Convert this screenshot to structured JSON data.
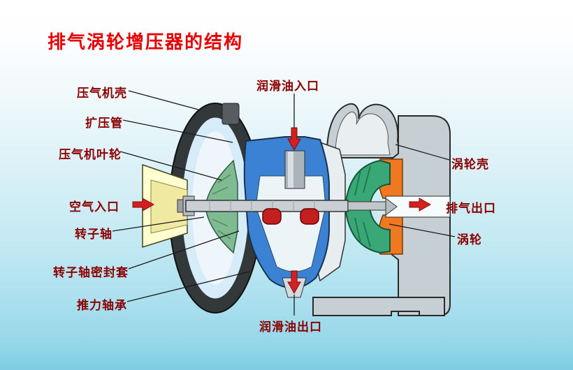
{
  "slide": {
    "title": "排气涡轮增压器的结构"
  },
  "labels": {
    "compressor_housing": "压气机壳",
    "diffuser_pipe": "扩压管",
    "compressor_impeller": "压气机叶轮",
    "air_inlet": "空气入口",
    "rotor_shaft": "转子轴",
    "rotor_shaft_seal_sleeve": "转子轴密封套",
    "thrust_bearing": "推力轴承",
    "oil_inlet": "润滑油入口",
    "oil_outlet": "润滑油出口",
    "turbine_housing": "涡轮壳",
    "exhaust_outlet": "排气出口",
    "turbine": "涡轮"
  },
  "colors": {
    "title_red": "#e60000",
    "label_dark_red": "#8b0000",
    "flow_arrow_red": "#d61f1f",
    "compressor_scroll_dark": "#33383b",
    "air_duct_yellow": "#ffffcf",
    "impeller_green": "#7fba90",
    "bearing_housing_blue": "#3b82d4",
    "turbine_green": "#3aa876",
    "volute_orange": "#f07820",
    "casing_gray": "#c6d0d4",
    "background_top": "#ffffff",
    "background_bottom": "#7ecde2"
  }
}
